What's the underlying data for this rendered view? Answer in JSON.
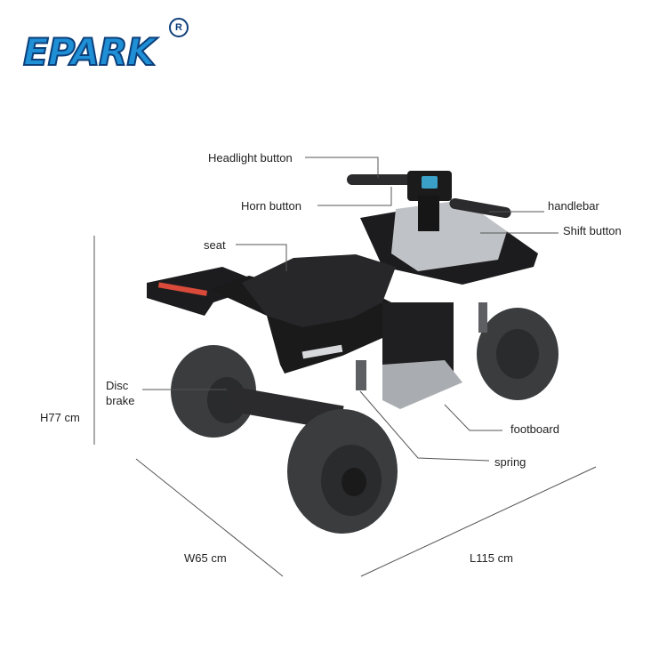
{
  "brand": {
    "logo_text": "EPARK",
    "registered_mark": "R"
  },
  "labels": {
    "headlight_button": "Headlight button",
    "horn_button": "Horn button",
    "handlebar": "handlebar",
    "shift_button": "Shift button",
    "seat": "seat",
    "disc_brake_1": "Disc",
    "disc_brake_2": "brake",
    "footboard": "footboard",
    "spring": "spring"
  },
  "dimensions": {
    "height": "H77 cm",
    "width": "W65 cm",
    "length": "L115 cm"
  },
  "colors": {
    "body": "#1c1c1e",
    "panel": "#bfc2c6",
    "tire": "#3a3c3e",
    "accent_light": "#d94a3a",
    "logo_blue": "#1f8fd6",
    "logo_dark": "#0d3f7a"
  }
}
